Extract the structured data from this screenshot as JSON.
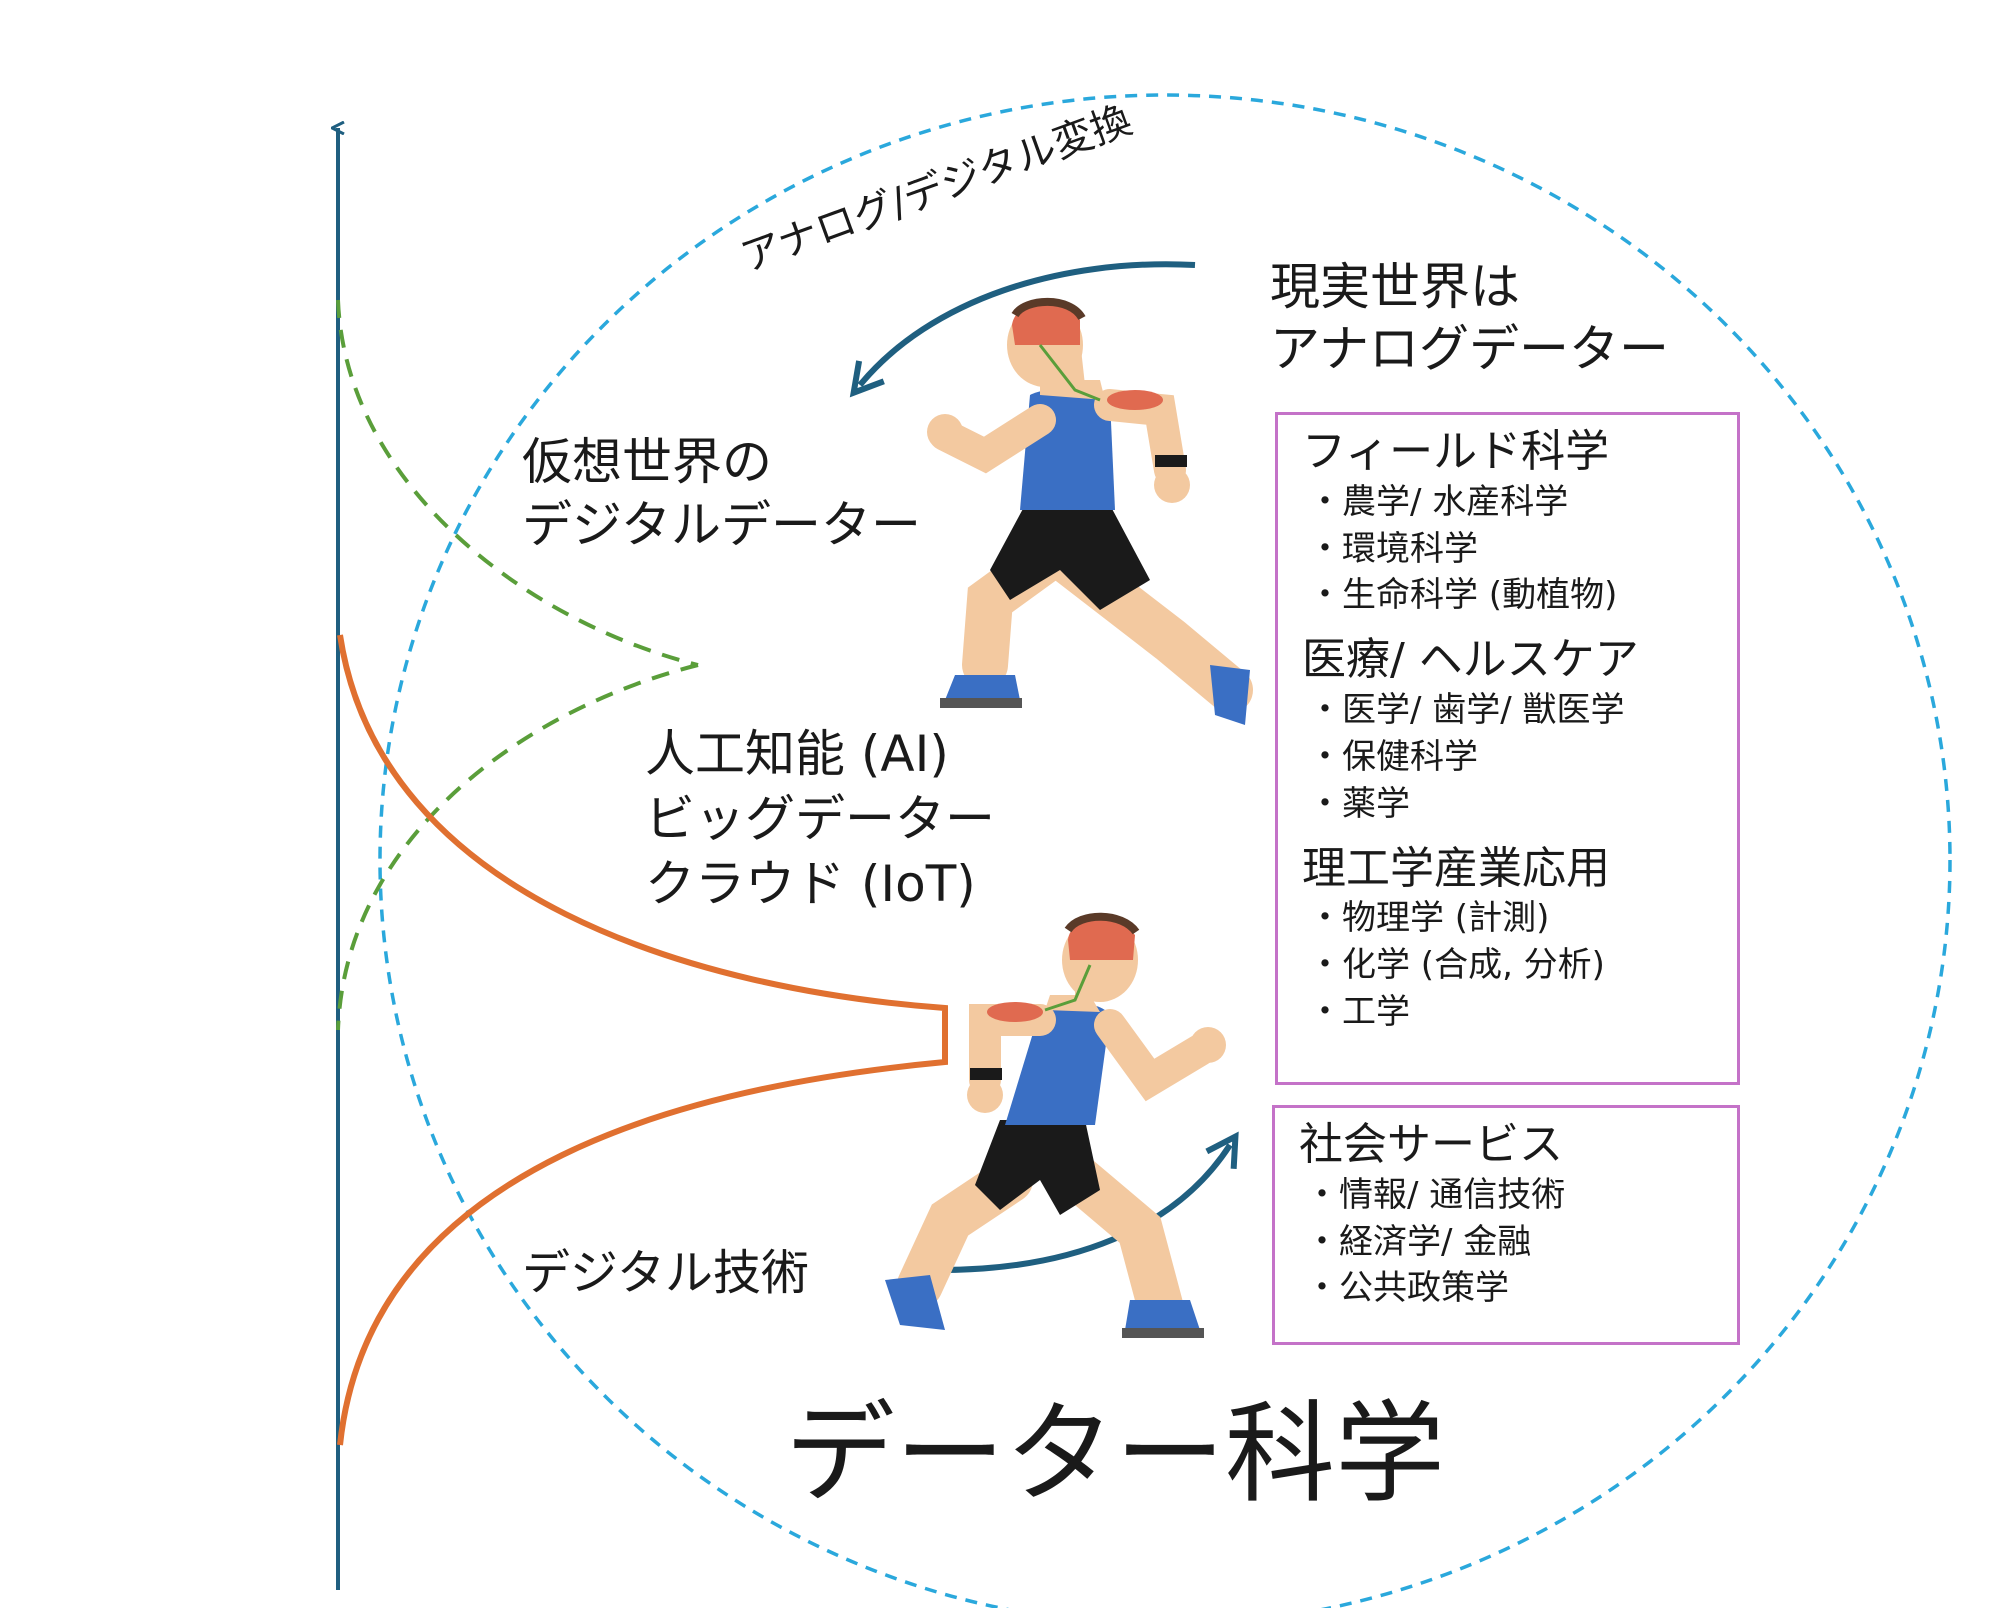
{
  "title": "データー科学",
  "labels": {
    "real_world": [
      "現実世界は",
      "アナログデーター"
    ],
    "virtual_world": [
      "仮想世界の",
      "デジタルデーター"
    ],
    "tech_stack": [
      "人工知能 (AI)",
      "ビッグデーター",
      "クラウド (IoT)"
    ],
    "digital_tech": "デジタル技術",
    "ad_conversion": "アナログ/デジタル変換"
  },
  "box_fields": {
    "groups": [
      {
        "title": "フィールド科学",
        "items": [
          "・農学/ 水産科学",
          "・環境科学",
          "・生命科学 (動植物)"
        ]
      },
      {
        "title": "医療/ ヘルスケア",
        "items": [
          "・医学/ 歯学/ 獣医学",
          "・保健科学",
          "・薬学"
        ]
      },
      {
        "title": "理工学産業応用",
        "items": [
          "・物理学 (計測)",
          "・化学 (合成, 分析)",
          "・工学"
        ]
      }
    ]
  },
  "box_social": {
    "title": "社会サービス",
    "items": [
      "・情報/ 通信技術",
      "・経済学/ 金融",
      "・公共政策学"
    ]
  },
  "colors": {
    "axis": "#1f5f80",
    "circle": "#2aa8dc",
    "green_curve": "#5a9e3a",
    "orange_curve": "#e07030",
    "box_border": "#c472c8",
    "skin": "#f3c9a0",
    "singlet": "#3a6fc4",
    "shorts": "#1a1a1a",
    "brain": "#e06a50"
  },
  "icons": [
    "runner-icon",
    "brain-icon",
    "up-arrow-icon",
    "curved-arrow-icon"
  ]
}
